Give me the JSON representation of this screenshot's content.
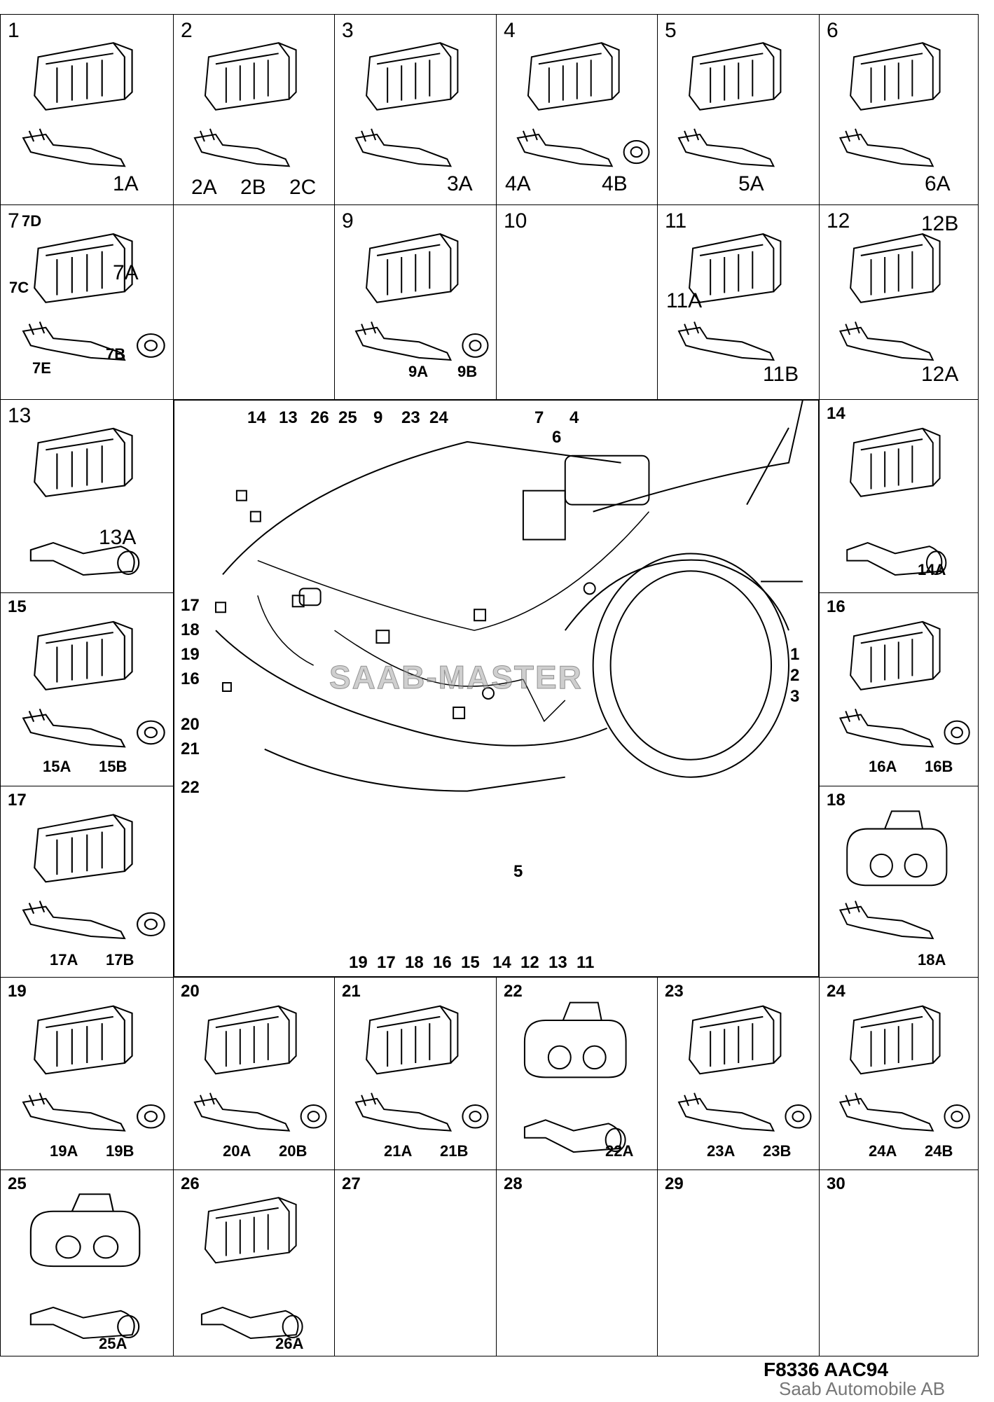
{
  "cells": [
    {
      "n": "1",
      "labels": [
        "1A"
      ]
    },
    {
      "n": "2",
      "labels": [
        "2A",
        "2B",
        "2C"
      ]
    },
    {
      "n": "3",
      "labels": [
        "3A"
      ]
    },
    {
      "n": "4",
      "labels": [
        "4A",
        "4B"
      ]
    },
    {
      "n": "5",
      "labels": [
        "5A"
      ]
    },
    {
      "n": "6",
      "labels": [
        "6A"
      ]
    },
    {
      "n": "7",
      "labels": [
        "7D",
        "7A",
        "7C",
        "7B",
        "7E"
      ]
    },
    {
      "n": "9",
      "labels": [
        "9A",
        "9B"
      ]
    },
    {
      "n": "10",
      "labels": []
    },
    {
      "n": "11",
      "labels": [
        "11A",
        "11B"
      ]
    },
    {
      "n": "12",
      "labels": [
        "12B",
        "12A"
      ]
    },
    {
      "n": "13",
      "labels": [
        "13A"
      ]
    },
    {
      "n": "14",
      "labels": [
        "14A"
      ]
    },
    {
      "n": "15",
      "labels": [
        "15A",
        "15B"
      ]
    },
    {
      "n": "16",
      "labels": [
        "16A",
        "16B"
      ]
    },
    {
      "n": "17",
      "labels": [
        "17A",
        "17B"
      ]
    },
    {
      "n": "18",
      "labels": [
        "18A"
      ]
    },
    {
      "n": "19",
      "labels": [
        "19A",
        "19B"
      ]
    },
    {
      "n": "20",
      "labels": [
        "20A",
        "20B"
      ]
    },
    {
      "n": "21",
      "labels": [
        "21A",
        "21B"
      ]
    },
    {
      "n": "22",
      "labels": [
        "22A"
      ]
    },
    {
      "n": "23",
      "labels": [
        "23A",
        "23B"
      ]
    },
    {
      "n": "24",
      "labels": [
        "24A",
        "24B"
      ]
    },
    {
      "n": "25",
      "labels": [
        "25A"
      ]
    },
    {
      "n": "26",
      "labels": [
        "26A"
      ]
    },
    {
      "n": "27",
      "labels": []
    },
    {
      "n": "28",
      "labels": []
    },
    {
      "n": "29",
      "labels": []
    },
    {
      "n": "30",
      "labels": []
    }
  ],
  "center_callouts": {
    "top": [
      "14",
      "13",
      "26",
      "25",
      "9",
      "23",
      "24",
      "7",
      "6",
      "4"
    ],
    "left": [
      "17",
      "18",
      "19",
      "16",
      "20",
      "21",
      "22"
    ],
    "right": [
      "1",
      "2",
      "3"
    ],
    "bottom": [
      "19",
      "17",
      "18",
      "16",
      "15",
      "14",
      "12",
      "13",
      "11"
    ],
    "inner": [
      "5"
    ]
  },
  "watermark": "SAAB-MASTER",
  "footer": {
    "code": "F8336  AAC94",
    "copyright": "Saab Automobile AB"
  }
}
